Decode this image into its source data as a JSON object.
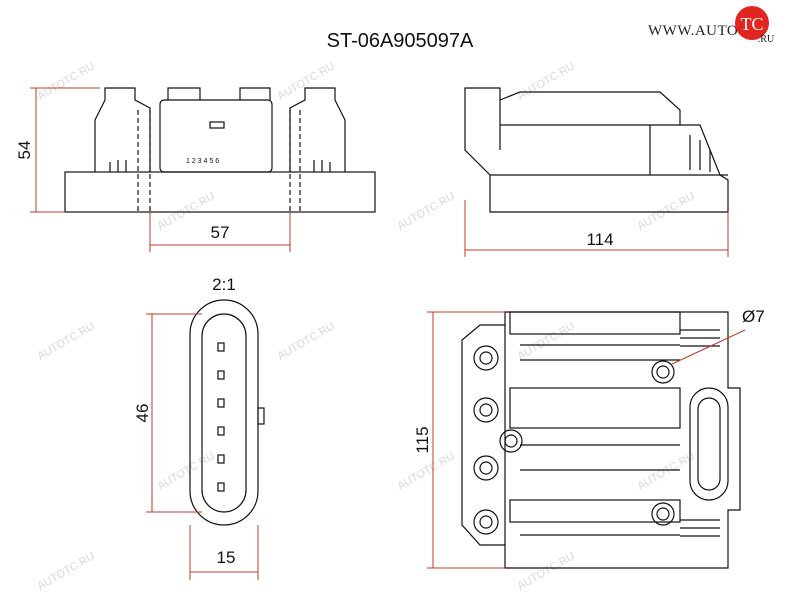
{
  "title": "ST-06A905097A",
  "logo": {
    "url_text": "WWW.AUTO",
    "badge_text": "TC",
    "badge_suffix": ".RU"
  },
  "watermark": {
    "text": "AUTOTC.RU"
  },
  "dimensions": {
    "height_front": "54",
    "width_front": "57",
    "length_side": "114",
    "connector_scale": "2:1",
    "connector_height": "46",
    "connector_width": "15",
    "top_height": "115",
    "bolt_diameter": "Ø7"
  },
  "pin_numbers": "1 2 3 4 5 6",
  "colors": {
    "line": "#111111",
    "dimension": "#c0392b",
    "watermark": "#d7d7d7",
    "badge": "#e2261f"
  }
}
